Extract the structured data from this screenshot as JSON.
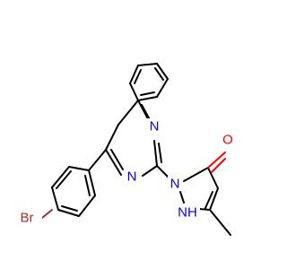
{
  "colors": {
    "background": "#ffffff",
    "carbon_bond": "#000000",
    "nitrogen": "#0000ff",
    "oxygen": "#ff0000",
    "bromine": "#a52a2a"
  },
  "atoms": {
    "n_pyrimidine_top": "N",
    "n_pyrimidine_bottom": "N",
    "n_pyrazole_1": "N",
    "n_pyrazole_2": "NH",
    "oxygen": "O",
    "bromine": "Br"
  }
}
